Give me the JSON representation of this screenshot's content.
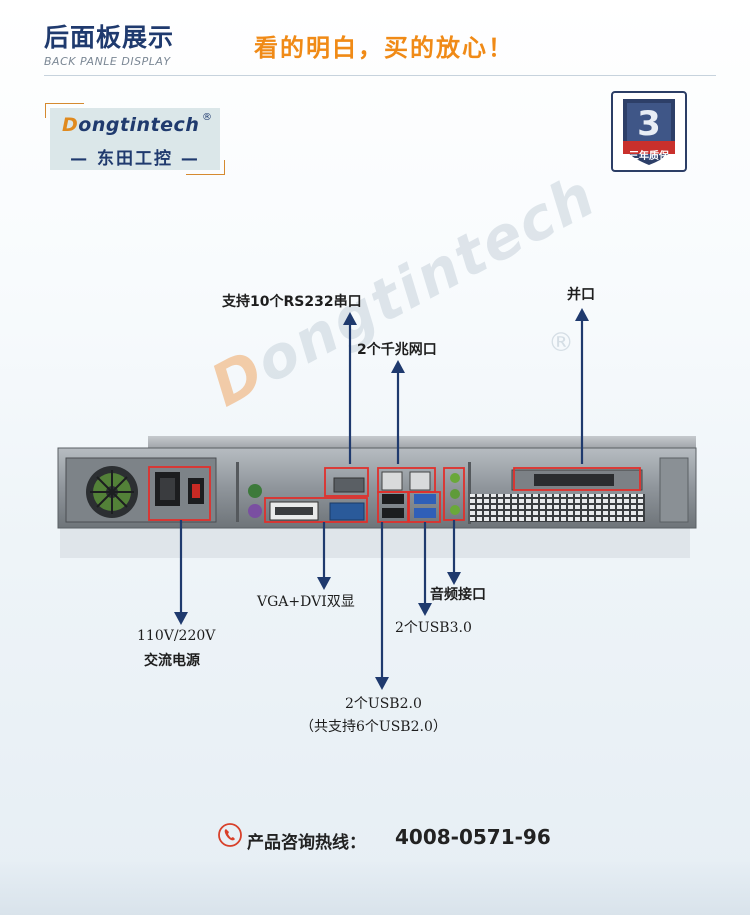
{
  "header": {
    "title": "后面板展示",
    "subtitle": "BACK PANLE DISPLAY",
    "slogan": "看的明白，买的放心！"
  },
  "logo": {
    "initial": "D",
    "name_rest": "ongtintech",
    "registered": "®",
    "name_cn": "— 东田工控 —"
  },
  "badge": {
    "number": "3",
    "text": "三年质保"
  },
  "watermark": {
    "initial": "D",
    "text": "ongtintech",
    "registered": "®"
  },
  "callouts": {
    "rs232": "支持10个RS232串口",
    "lan": "2个千兆网口",
    "parallel": "并口",
    "vga_dvi": "VGA+DVI双显",
    "audio": "音频接口",
    "usb3": "2个USB3.0",
    "power_line1": "110V/220V",
    "power_line2": "交流电源",
    "usb2_line1": "2个USB2.0",
    "usb2_line2": "（共支持6个USB2.0）"
  },
  "contact": {
    "label": "产品咨询热线：",
    "number": "4008-0571-96"
  },
  "colors": {
    "title": "#1f3a6e",
    "accent": "#f08a16",
    "highlight": "#e0302c",
    "arrow": "#1f3a6e"
  }
}
